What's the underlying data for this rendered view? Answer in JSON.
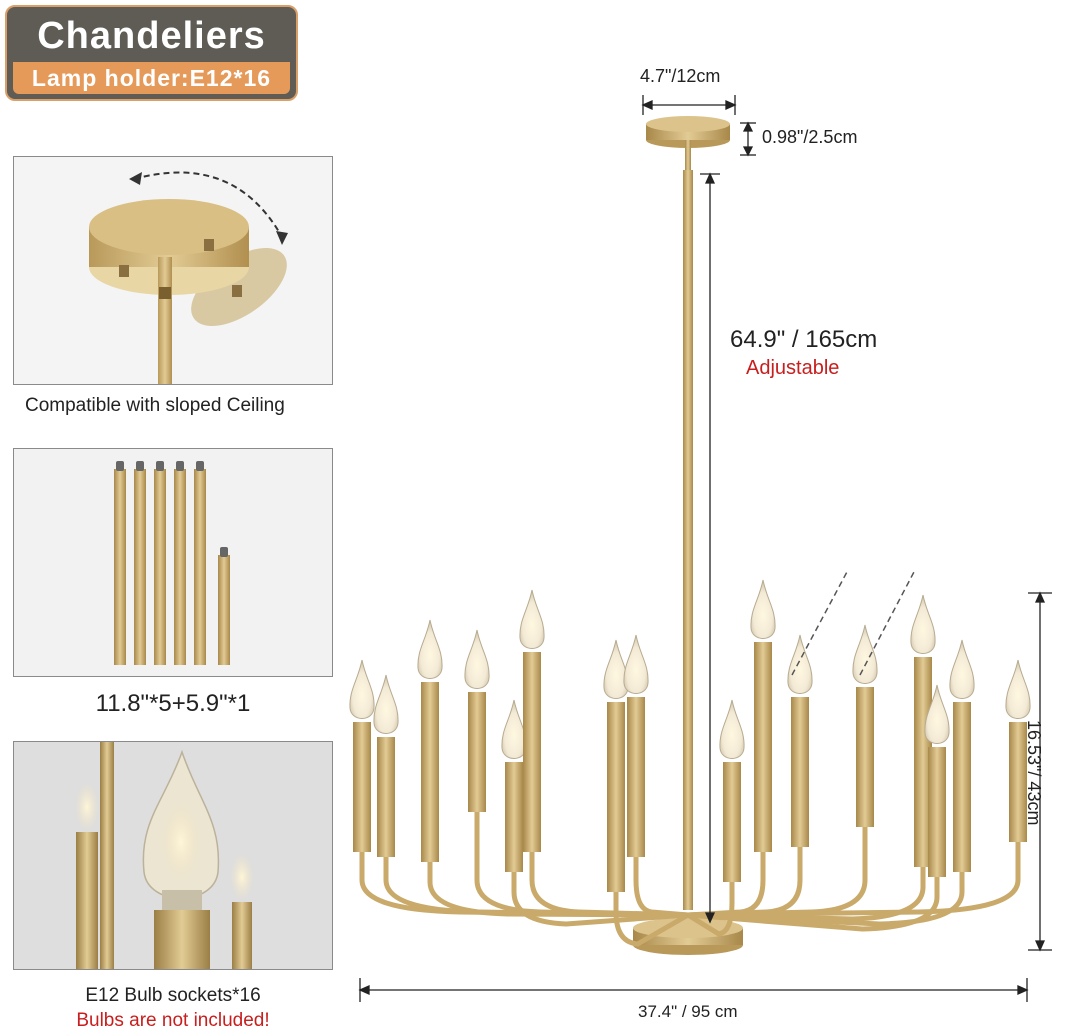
{
  "badge": {
    "title": "Chandeliers",
    "subtitle": "Lamp holder:E12*16"
  },
  "panels": {
    "sloped": {
      "caption": "Compatible with sloped Ceiling"
    },
    "rods": {
      "caption": "11.8\"*5+5.9\"*1"
    },
    "sockets": {
      "caption": "E12 Bulb sockets*16",
      "warning": "Bulbs are not included!"
    }
  },
  "dimensions": {
    "canopy_width": "4.7\"/12cm",
    "canopy_height": "0.98\"/2.5cm",
    "rod_length": "64.9\" / 165cm",
    "rod_note": "Adjustable",
    "body_height": "16.53\"/ 43cm",
    "body_width": "37.4\" / 95 cm"
  },
  "colors": {
    "gold": "#c9aa6a",
    "gold_dark": "#a8884a",
    "badge_bg": "#5f5c55",
    "badge_accent": "#e59a5a",
    "warning": "#c81e1e"
  }
}
